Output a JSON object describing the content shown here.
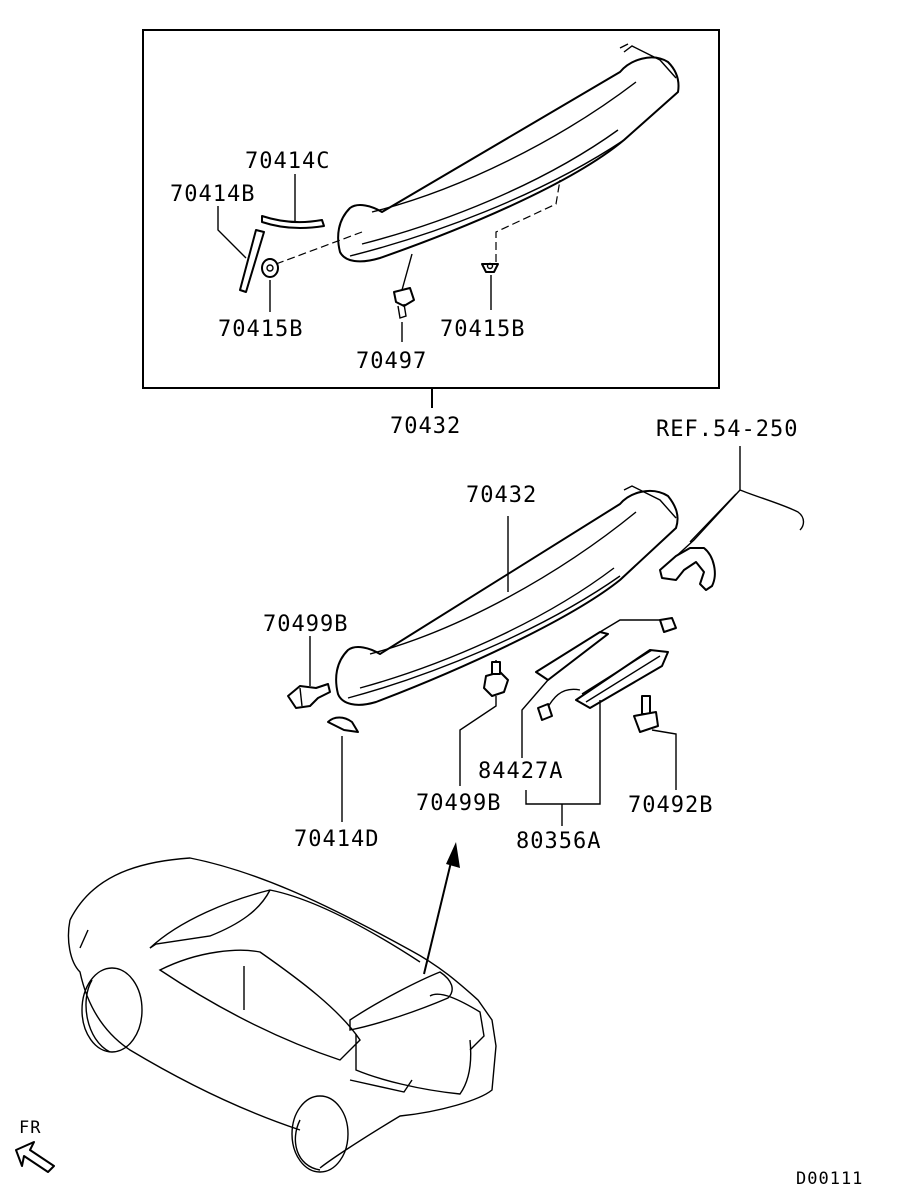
{
  "diagram": {
    "labels": {
      "box_70414C": "70414C",
      "box_70414B": "70414B",
      "box_70415B_left": "70415B",
      "box_70415B_right": "70415B",
      "box_70497": "70497",
      "box_assembly": "70432",
      "ref": "REF.54-250",
      "spoiler_70432": "70432",
      "screw_70499B_top": "70499B",
      "screw_70499B_bottom": "70499B",
      "pad_70414D": "70414D",
      "harness_84427A": "84427A",
      "lamp_80356A": "80356A",
      "bolt_70492B": "70492B",
      "front_indicator": "FR",
      "diagram_code": "D00111"
    }
  }
}
